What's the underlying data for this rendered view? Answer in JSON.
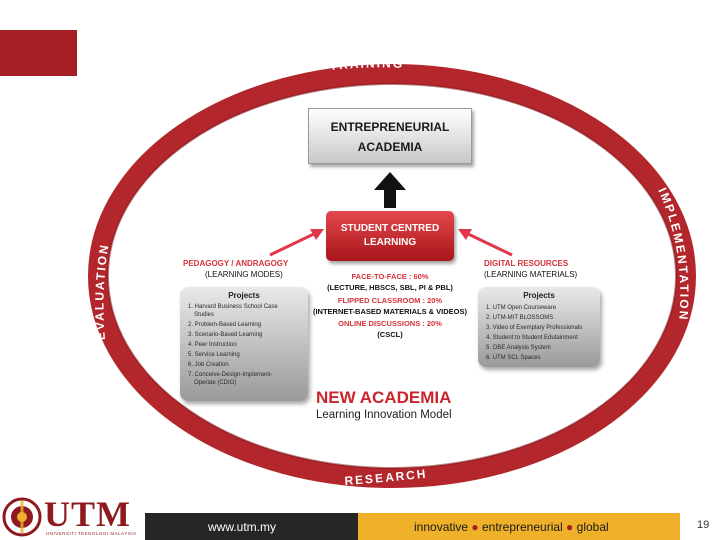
{
  "colors": {
    "accent_red": "#a31f24",
    "arrow_red": "#d5343a",
    "footer_dark": "#262626",
    "footer_gold": "#efb12a"
  },
  "ring": {
    "top_label": "TRAINING",
    "bottom_label": "RESEARCH",
    "left_label": "EVALUATION",
    "right_label": "IMPLEMENTATION"
  },
  "entrepreneurial_box": {
    "line1": "ENTREPRENEURIAL",
    "line2": "ACADEMIA"
  },
  "student_box": {
    "line1": "STUDENT CENTRED",
    "line2": "LEARNING"
  },
  "pedagogy": {
    "heading": "PEDAGOGY / ANDRAGOGY",
    "sub": "(LEARNING MODES)"
  },
  "digital": {
    "heading": "DIGITAL RESOURCES",
    "sub": "(LEARNING MATERIALS)"
  },
  "center": {
    "l1": "FACE-TO-FACE : 60%",
    "l2": "(LECTURE, HBSCS, SBL, PI & PBL)",
    "l3": "FLIPPED CLASSROOM : 20%",
    "l4": "(INTERNET-BASED MATERIALS & VIDEOS)",
    "l5": "ONLINE DISCUSSIONS : 20%",
    "l6": "(CSCL)"
  },
  "left_projects": {
    "title": "Projects",
    "items": [
      "1. Harvard Business School Case",
      "Studies",
      "2. Problem-Based Learning",
      "3. Scenario-Based Learning",
      "4. Peer Instruction",
      "5. Service Learning",
      "6. Job Creation",
      "7. Conceive-Design-Implement-",
      "Operate (CDIO)"
    ]
  },
  "right_projects": {
    "title": "Projects",
    "items": [
      "1. UTM Open Courseware",
      "2. UTM-MIT BLOSSOMS",
      "3. Video of Exemplary Professionals",
      "4. Student to Student Edutainment",
      "5. OBE Analysis System",
      "6. UTM SCL Spaces"
    ]
  },
  "model": {
    "title": "NEW ACADEMIA",
    "subtitle": "Learning Innovation Model"
  },
  "footer": {
    "website": "www.utm.my",
    "tag_innovative": "innovative",
    "tag_entrepreneurial": "entrepreneurial",
    "tag_global": "global",
    "bullet": "●",
    "page_number": "19"
  },
  "logo": {
    "text": "UTM",
    "subtitle": "UNIVERSITI TEKNOLOGI MALAYSIA",
    "icon": "utm-emblem-icon"
  }
}
